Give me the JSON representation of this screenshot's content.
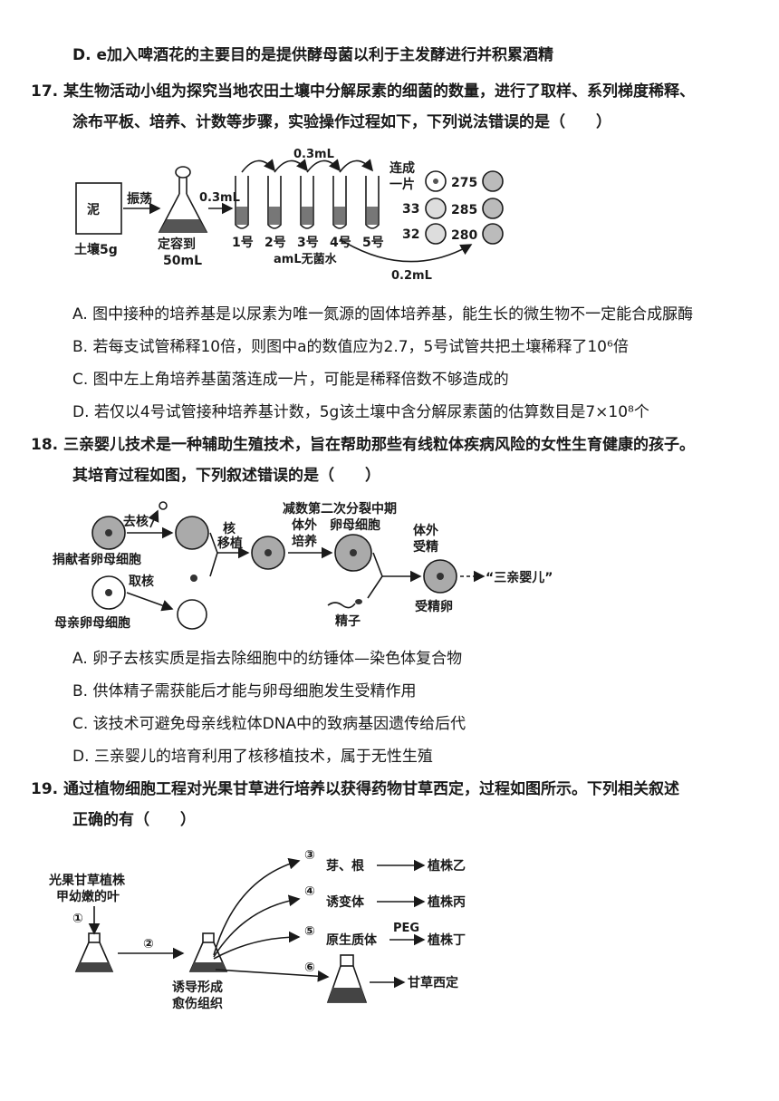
{
  "q16": {
    "option_d": "D. e加入啤酒花的主要目的是提供酵母菌以利于主发酵进行并积累酒精"
  },
  "q17": {
    "stem_1": "17. 某生物活动小组为探究当地农田土壤中分解尿素的细菌的数量，进行了取样、系列梯度稀释、",
    "stem_2": "涂布平板、培养、计数等步骤，实验操作过程如下，下列说法错误的是（　　）",
    "diagram": {
      "soil_bag_text": "泥",
      "soil_label": "土壤5g",
      "shake_label": "振荡",
      "flask_label_1": "定容到",
      "flask_label_2": "50mL",
      "transfer_1": "0.3mL",
      "transfer_top": "0.3mL",
      "tubes": [
        "1号",
        "2号",
        "3号",
        "4号",
        "5号"
      ],
      "water_label": "amL无菌水",
      "transfer_bottom": "0.2mL",
      "merged_1": "连成",
      "merged_2": "一片",
      "counts": [
        "275",
        "33",
        "285",
        "32",
        "280"
      ]
    },
    "options": [
      "A. 图中接种的培养基是以尿素为唯一氮源的固体培养基，能生长的微生物不一定能合成脲酶",
      "B. 若每支试管稀释10倍，则图中a的数值应为2.7，5号试管共把土壤稀释了10⁶倍",
      "C. 图中左上角培养基菌落连成一片，可能是稀释倍数不够造成的",
      "D. 若仅以4号试管接种培养基计数，5g该土壤中含分解尿素菌的估算数目是7×10⁸个"
    ]
  },
  "q18": {
    "stem_1": "18. 三亲婴儿技术是一种辅助生殖技术，旨在帮助那些有线粒体疾病风险的女性生育健康的孩子。",
    "stem_2": "其培育过程如图，下列叙述错误的是（　　）",
    "diagram": {
      "remove_nucleus_1": "去核",
      "donor_label": "捐献者卵母细胞",
      "take_nucleus": "取核",
      "mother_label": "母亲卵母细胞",
      "transfer_1": "核",
      "transfer_2": "移植",
      "culture_1": "体外",
      "culture_2": "培养",
      "meiosis_label": "减数第二次分裂中期",
      "oocyte_label": "卵母细胞",
      "fert_1": "体外",
      "fert_2": "受精",
      "sperm_label": "精子",
      "zygote_label": "受精卵",
      "baby_label": "“三亲婴儿”"
    },
    "options": [
      "A. 卵子去核实质是指去除细胞中的纺锤体—染色体复合物",
      "B. 供体精子需获能后才能与卵母细胞发生受精作用",
      "C. 该技术可避免母亲线粒体DNA中的致病基因遗传给后代",
      "D. 三亲婴儿的培育利用了核移植技术，属于无性生殖"
    ]
  },
  "q19": {
    "stem_1": "19. 通过植物细胞工程对光果甘草进行培养以获得药物甘草西定，过程如图所示。下列相关叙述",
    "stem_2": "正确的有（　　）",
    "diagram": {
      "plant_label_1": "光果甘草植株",
      "plant_label_2": "甲幼嫩的叶",
      "step1": "①",
      "step2": "②",
      "step3": "③",
      "step4": "④",
      "step5": "⑤",
      "step6": "⑥",
      "callus_1": "诱导形成",
      "callus_2": "愈伤组织",
      "b3_from": "芽、根",
      "b3_to": "植株乙",
      "b4_from": "诱变体",
      "b4_to": "植株丙",
      "b5_from": "原生质体",
      "b5_peg": "PEG",
      "b5_to": "植株丁",
      "b6_to": "甘草西定"
    }
  }
}
